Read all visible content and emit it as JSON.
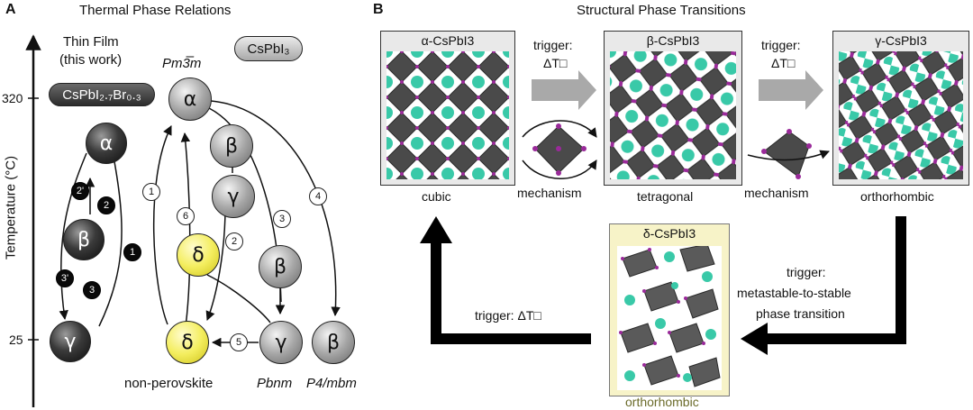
{
  "panelA": {
    "letter": "A",
    "title": "Thermal Phase Relations",
    "axis_label": "Temperature (°C)",
    "tick_320": "320",
    "tick_25": "25",
    "thin_film_label_1": "Thin Film",
    "thin_film_label_2": "(this work)",
    "film_pill": "CsPbI₂.₇Br₀.₃",
    "bulk_pill": "CsPbI₃",
    "pm3m_label": "Pm3̅m",
    "pbnm_label": "Pbnm",
    "p4mbm_label": "P4/mbm",
    "nonperov_label": "non-perovskite",
    "film_phases": {
      "alpha": "α",
      "beta": "β",
      "gamma": "γ"
    },
    "film_steps": {
      "s2p": "2'",
      "s2": "2",
      "s3p": "3'",
      "s3": "3",
      "s1": "1"
    },
    "bulk_phases": {
      "alpha": "α",
      "beta_top": "β",
      "gamma_top": "γ",
      "delta_yellow": "δ",
      "beta_mid": "β",
      "delta_bottom": "δ",
      "gamma_bottom": "γ",
      "beta_bottom": "β"
    },
    "bulk_steps": {
      "s1": "1",
      "s6": "6",
      "s2": "2",
      "s3": "3",
      "s4": "4",
      "s5": "5"
    }
  },
  "panelB": {
    "letter": "B",
    "title": "Structural Phase Transitions",
    "alpha_title": "α-CsPbI3",
    "beta_title": "β-CsPbI3",
    "gamma_title": "γ-CsPbI3",
    "delta_title": "δ-CsPbI3",
    "cubic": "cubic",
    "tetragonal": "tetragonal",
    "orthorhombic": "orthorhombic",
    "orthorhombic_delta": "orthorhombic",
    "trigger_label": "trigger:",
    "trigger_dt": "ΔT□",
    "mechanism_1": "mechanism",
    "mechanism_2": "mechanism",
    "trigger_right_1": "trigger:",
    "trigger_right_2": "metastable-to-stable",
    "trigger_right_3": "phase transition",
    "trigger_left": "trigger: ΔT□",
    "colors": {
      "octahedron": "#4a4a4a",
      "cs_atom": "#39c9a8",
      "iodide": "#9a2a9a",
      "delta_frame": "#f7f3c8"
    }
  }
}
